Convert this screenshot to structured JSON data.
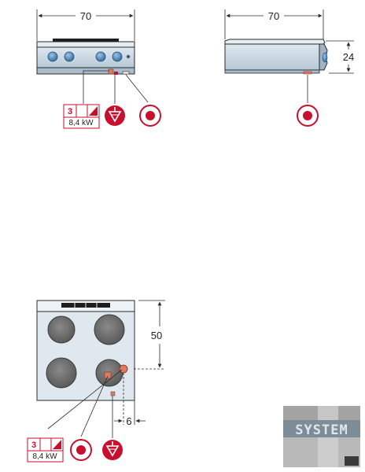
{
  "front_view": {
    "width_label": "70",
    "power": {
      "phases": "3",
      "rating": "8,4 kW"
    }
  },
  "side_view": {
    "width_label": "70",
    "height_label": "24"
  },
  "top_view": {
    "depth_label": "50",
    "offset_label": "6",
    "power": {
      "phases": "3",
      "rating": "8,4 kW"
    }
  },
  "watermark": {
    "text": "SYSTEM"
  },
  "colors": {
    "line": "#2b2b2b",
    "steel": "#c8d6e2",
    "steel_dark": "#8aa2b6",
    "knob": "#5a8fc0",
    "plate": "#6c6c6c",
    "accent_red": "#c8102e",
    "connector": "#e07a5f"
  },
  "icons": [
    "electric-connection-icon",
    "water-inlet-icon",
    "equipotential-icon",
    "three-phase-power-icon"
  ]
}
